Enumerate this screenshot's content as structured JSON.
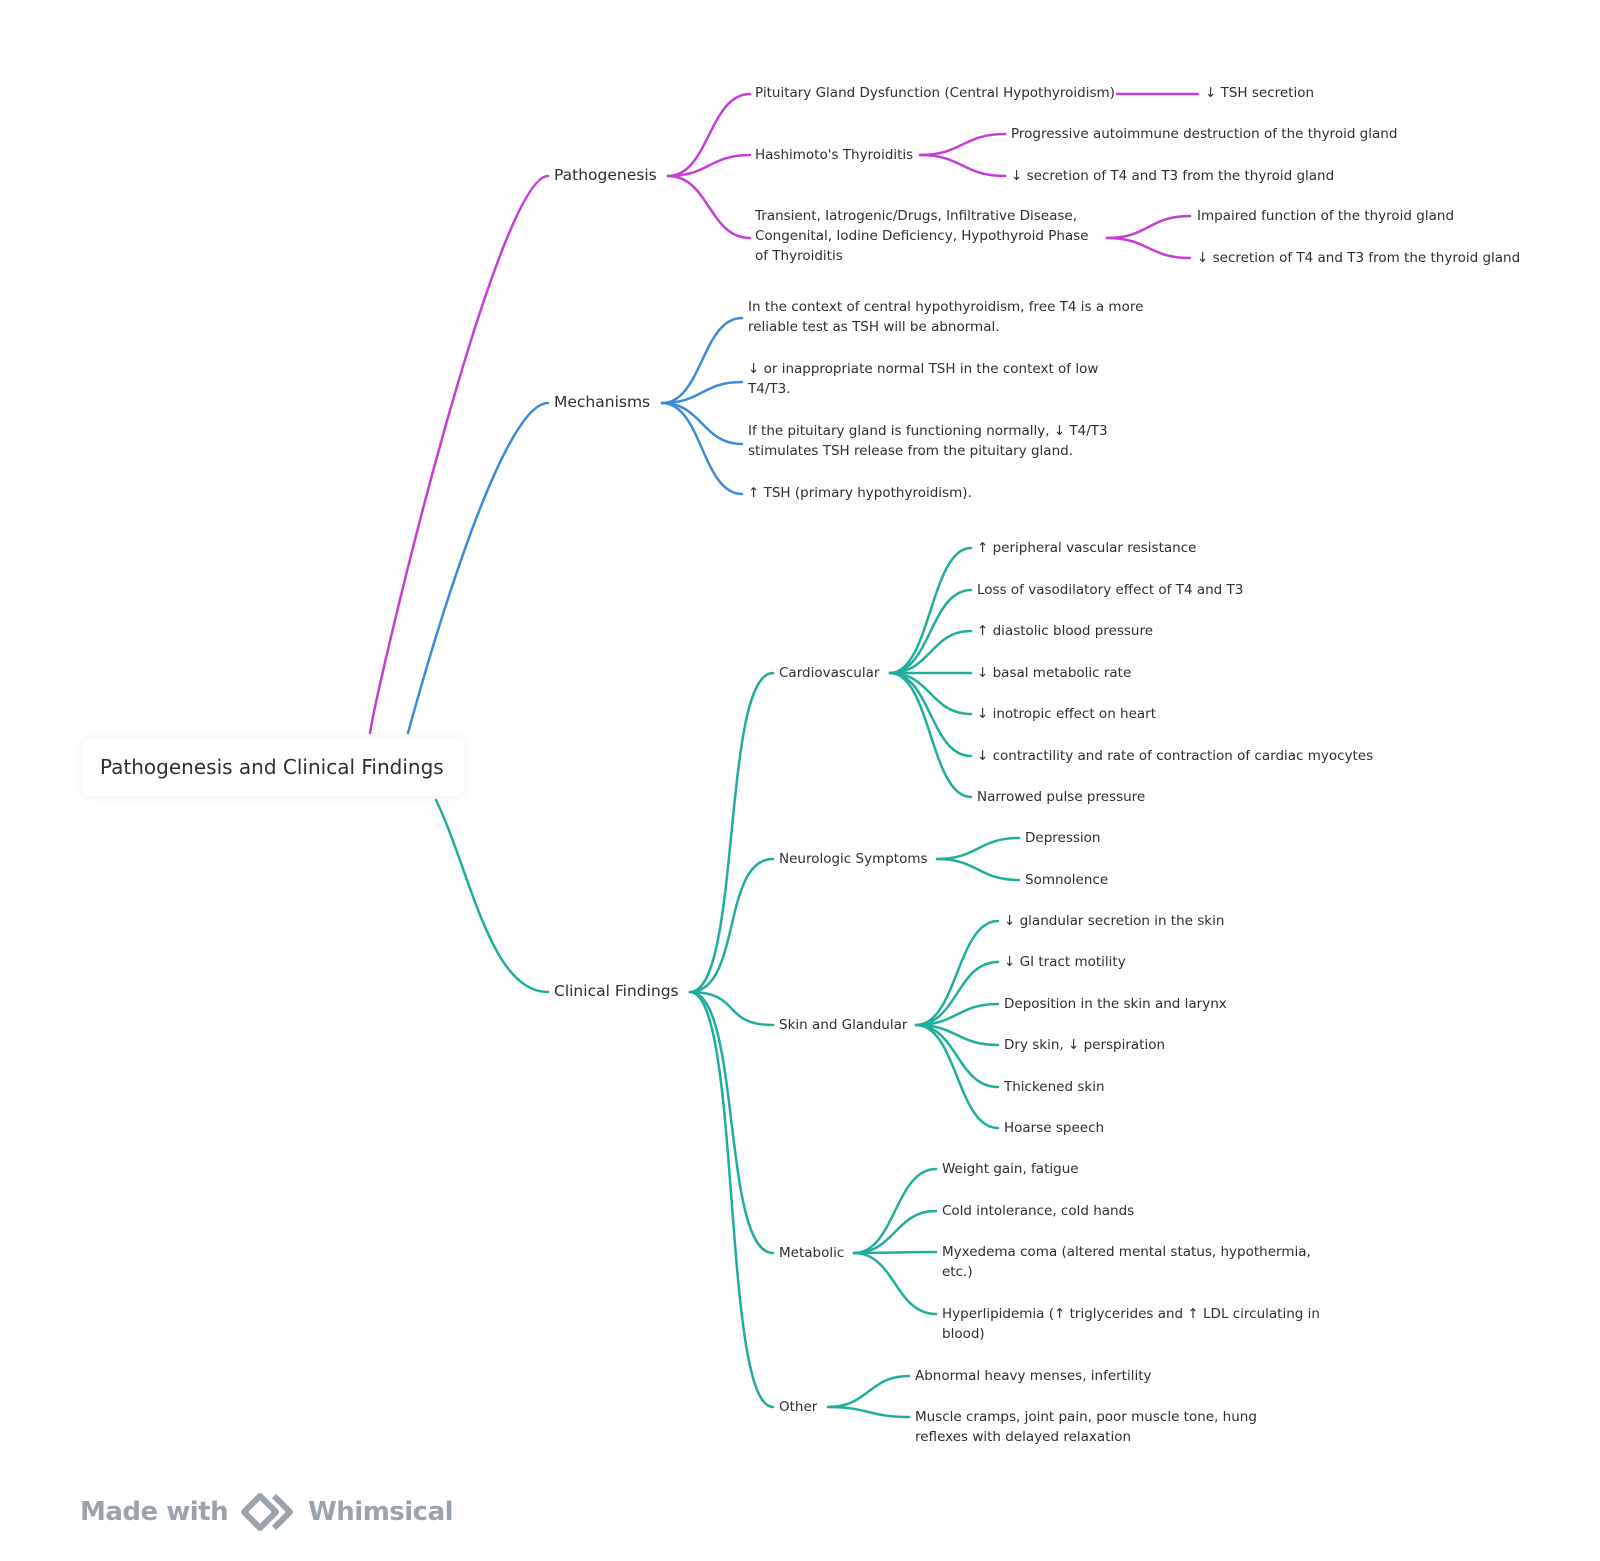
{
  "root": "Pathogenesis and Clinical Findings",
  "colors": {
    "pathogenesis": "#c63cd6",
    "mechanisms": "#3a8bdb",
    "clinical": "#1fae9c"
  },
  "pathogenesis": {
    "label": "Pathogenesis",
    "pituitary": {
      "label": "Pituitary Gland Dysfunction (Central Hypothyroidism)",
      "child": "↓ TSH secretion"
    },
    "hashimoto": {
      "label": "Hashimoto's Thyroiditis",
      "children": [
        "Progressive autoimmune destruction of the thyroid gland",
        "↓ secretion of T4 and T3 from the thyroid gland"
      ]
    },
    "transient": {
      "label": "Transient, Iatrogenic/Drugs, Infiltrative Disease, Congenital, Iodine Deficiency, Hypothyroid Phase of Thyroiditis",
      "children": [
        "Impaired function of the thyroid gland",
        "↓ secretion of T4 and T3 from the thyroid gland"
      ]
    }
  },
  "mechanisms": {
    "label": "Mechanisms",
    "items": [
      "In the context of central hypothyroidism, free T4 is a more reliable test as TSH will be abnormal.",
      "↓ or inappropriate normal TSH in the context of low T4/T3.",
      "If the pituitary gland is functioning normally, ↓ T4/T3 stimulates TSH release from the pituitary gland.",
      "↑ TSH (primary hypothyroidism)."
    ]
  },
  "clinical": {
    "label": "Clinical Findings",
    "cardiovascular": {
      "label": "Cardiovascular",
      "items": [
        "↑ peripheral vascular resistance",
        "Loss of vasodilatory effect of T4 and T3",
        "↑ diastolic blood pressure",
        "↓ basal metabolic rate",
        "↓ inotropic effect on heart",
        "↓ contractility and rate of contraction of cardiac myocytes",
        "Narrowed pulse pressure"
      ]
    },
    "neurologic": {
      "label": "Neurologic Symptoms",
      "items": [
        "Depression",
        "Somnolence"
      ]
    },
    "skin": {
      "label": "Skin and Glandular",
      "items": [
        "↓ glandular secretion in the skin",
        "↓ GI tract motility",
        "Deposition in the skin and larynx",
        "Dry skin, ↓ perspiration",
        "Thickened skin",
        "Hoarse speech"
      ]
    },
    "metabolic": {
      "label": "Metabolic",
      "items": [
        "Weight gain, fatigue",
        "Cold intolerance, cold hands",
        "Myxedema coma (altered mental status, hypothermia, etc.)",
        "Hyperlipidemia (↑ triglycerides and ↑ LDL circulating in blood)"
      ]
    },
    "other": {
      "label": "Other",
      "items": [
        "Abnormal heavy menses, infertility",
        "Muscle cramps, joint pain, poor muscle tone, hung reflexes with delayed relaxation"
      ]
    }
  },
  "watermark": {
    "made_with": "Made with",
    "brand": "Whimsical"
  }
}
